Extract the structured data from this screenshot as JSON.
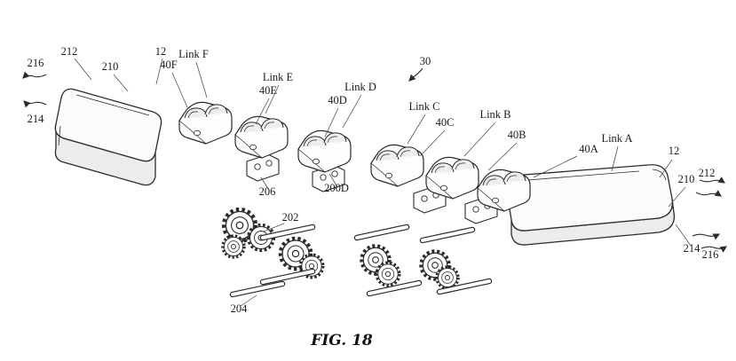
{
  "figure": {
    "caption": "FIG. 18"
  },
  "colors": {
    "ink": "#2b2b2b",
    "background": "#ffffff"
  },
  "labels": [
    {
      "id": "216-left",
      "text": "216"
    },
    {
      "id": "212-left",
      "text": "212"
    },
    {
      "id": "210-left",
      "text": "210"
    },
    {
      "id": "12-left",
      "text": "12"
    },
    {
      "id": "link-f",
      "text": "Link F"
    },
    {
      "id": "40f",
      "text": "40F"
    },
    {
      "id": "link-e",
      "text": "Link E"
    },
    {
      "id": "40e",
      "text": "40E"
    },
    {
      "id": "link-d",
      "text": "Link D"
    },
    {
      "id": "40d",
      "text": "40D"
    },
    {
      "id": "30",
      "text": "30"
    },
    {
      "id": "link-c",
      "text": "Link C"
    },
    {
      "id": "40c",
      "text": "40C"
    },
    {
      "id": "link-b",
      "text": "Link B"
    },
    {
      "id": "40b",
      "text": "40B"
    },
    {
      "id": "40a",
      "text": "40A"
    },
    {
      "id": "link-a",
      "text": "Link A"
    },
    {
      "id": "12-right",
      "text": "12"
    },
    {
      "id": "210-right",
      "text": "210"
    },
    {
      "id": "212-right",
      "text": "212"
    },
    {
      "id": "214-right",
      "text": "214"
    },
    {
      "id": "216-right",
      "text": "216"
    },
    {
      "id": "214-left",
      "text": "214"
    },
    {
      "id": "206",
      "text": "206"
    },
    {
      "id": "200d",
      "text": "200D"
    },
    {
      "id": "202",
      "text": "202"
    },
    {
      "id": "204",
      "text": "204"
    }
  ]
}
